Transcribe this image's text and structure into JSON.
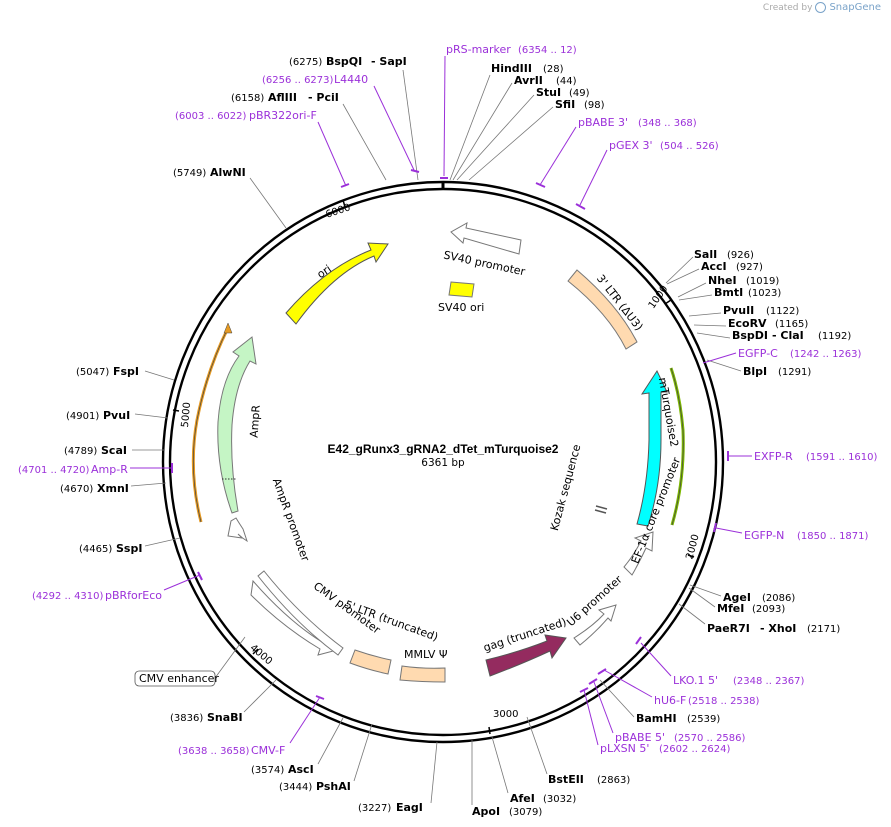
{
  "credit": {
    "prefix": "Created by",
    "brand": "SnapGene"
  },
  "plasmid": {
    "name": "E42_gRunx3_gRNA2_dTet_mTurquoise2",
    "length": "6361 bp"
  },
  "ticks": [
    "1000",
    "2000",
    "3000",
    "4000",
    "5000",
    "6000"
  ],
  "features": {
    "sv40_promoter": "SV40 promoter",
    "sv40_ori": "SV40 ori",
    "ori": "ori",
    "ltr3": "3' LTR (ΔU3)",
    "mturquoise2": "mTurquoise2",
    "kozak": "Kozak sequence",
    "ef1a": "EF-1α core promoter",
    "u6": "U6 promoter",
    "gag": "gag (truncated)",
    "mmlv": "MMLV Ψ",
    "ltr5": "5' LTR (truncated)",
    "cmv_promoter": "CMV promoter",
    "cmv_enhancer": "CMV enhancer",
    "ampr": "AmpR",
    "ampr_promoter": "AmpR promoter"
  },
  "sites": {
    "bspqi": {
      "pos": "(6275)",
      "name": "BspQI",
      "extra": "- SapI"
    },
    "afliii": {
      "pos": "(6158)",
      "name": "AflIII",
      "extra": "- PciI"
    },
    "alwni": {
      "pos": "(5749)",
      "name": "AlwNI"
    },
    "hindiii": {
      "name": "HindIII",
      "pos": "(28)"
    },
    "avrii": {
      "name": "AvrII",
      "pos": "(44)"
    },
    "stui": {
      "name": "StuI",
      "pos": "(49)"
    },
    "sfii": {
      "name": "SfiI",
      "pos": "(98)"
    },
    "sali": {
      "name": "SalI",
      "pos": "(926)"
    },
    "acci": {
      "name": "AccI",
      "pos": "(927)"
    },
    "nhei": {
      "name": "NheI",
      "pos": "(1019)"
    },
    "bmti": {
      "name": "BmtI",
      "pos": "(1023)"
    },
    "pvuii": {
      "name": "PvuII",
      "pos": "(1122)"
    },
    "ecorv": {
      "name": "EcoRV",
      "pos": "(1165)"
    },
    "bspdi": {
      "name": "BspDI",
      "extra": "- ClaI",
      "pos": "(1192)"
    },
    "blpi": {
      "name": "BlpI",
      "pos": "(1291)"
    },
    "agei": {
      "name": "AgeI",
      "pos": "(2086)"
    },
    "mfei": {
      "name": "MfeI",
      "pos": "(2093)"
    },
    "paer7i": {
      "name": "PaeR7I",
      "extra": "- XhoI",
      "pos": "(2171)"
    },
    "bamhi": {
      "name": "BamHI",
      "pos": "(2539)"
    },
    "bsteii": {
      "name": "BstEII",
      "pos": "(2863)"
    },
    "afei": {
      "name": "AfeI",
      "pos": "(3032)"
    },
    "apoi": {
      "name": "ApoI",
      "pos": "(3079)"
    },
    "eagi": {
      "pos": "(3227)",
      "name": "EagI"
    },
    "pshai": {
      "pos": "(3444)",
      "name": "PshAI"
    },
    "asci": {
      "pos": "(3574)",
      "name": "AscI"
    },
    "snabi": {
      "pos": "(3836)",
      "name": "SnaBI"
    },
    "sspi": {
      "pos": "(4465)",
      "name": "SspI"
    },
    "xmni": {
      "pos": "(4670)",
      "name": "XmnI"
    },
    "scai": {
      "pos": "(4789)",
      "name": "ScaI"
    },
    "pvui": {
      "pos": "(4901)",
      "name": "PvuI"
    },
    "fspi": {
      "pos": "(5047)",
      "name": "FspI"
    }
  },
  "primers": {
    "prs": {
      "name": "pRS-marker",
      "pos": "(6354 .. 12)"
    },
    "l4440": {
      "pos": "(6256 .. 6273)",
      "name": "L4440"
    },
    "pbr322": {
      "pos": "(6003 .. 6022)",
      "name": "pBR322ori-F"
    },
    "pbabe3": {
      "name": "pBABE 3'",
      "pos": "(348 .. 368)"
    },
    "pgex3": {
      "name": "pGEX 3'",
      "pos": "(504 .. 526)"
    },
    "egfpc": {
      "name": "EGFP-C",
      "pos": "(1242 .. 1263)"
    },
    "egfpr": {
      "name": "EXFP-R",
      "pos": "(1591 .. 1610)"
    },
    "egfpn": {
      "name": "EGFP-N",
      "pos": "(1850 .. 1871)"
    },
    "lko1": {
      "name": "LKO.1 5'",
      "pos": "(2348 .. 2367)"
    },
    "hu6f": {
      "name": "hU6-F",
      "pos": "(2518 .. 2538)"
    },
    "pbabe5": {
      "name": "pBABE 5'",
      "pos": "(2570 .. 2586)"
    },
    "plxsn5": {
      "name": "pLXSN 5'",
      "pos": "(2602 .. 2624)"
    },
    "cmvf": {
      "pos": "(3638 .. 3658)",
      "name": "CMV-F"
    },
    "pbrforeco": {
      "pos": "(4292 .. 4310)",
      "name": "pBRforEco"
    },
    "ampr": {
      "pos": "(4701 .. 4720)",
      "name": "Amp-R"
    }
  }
}
